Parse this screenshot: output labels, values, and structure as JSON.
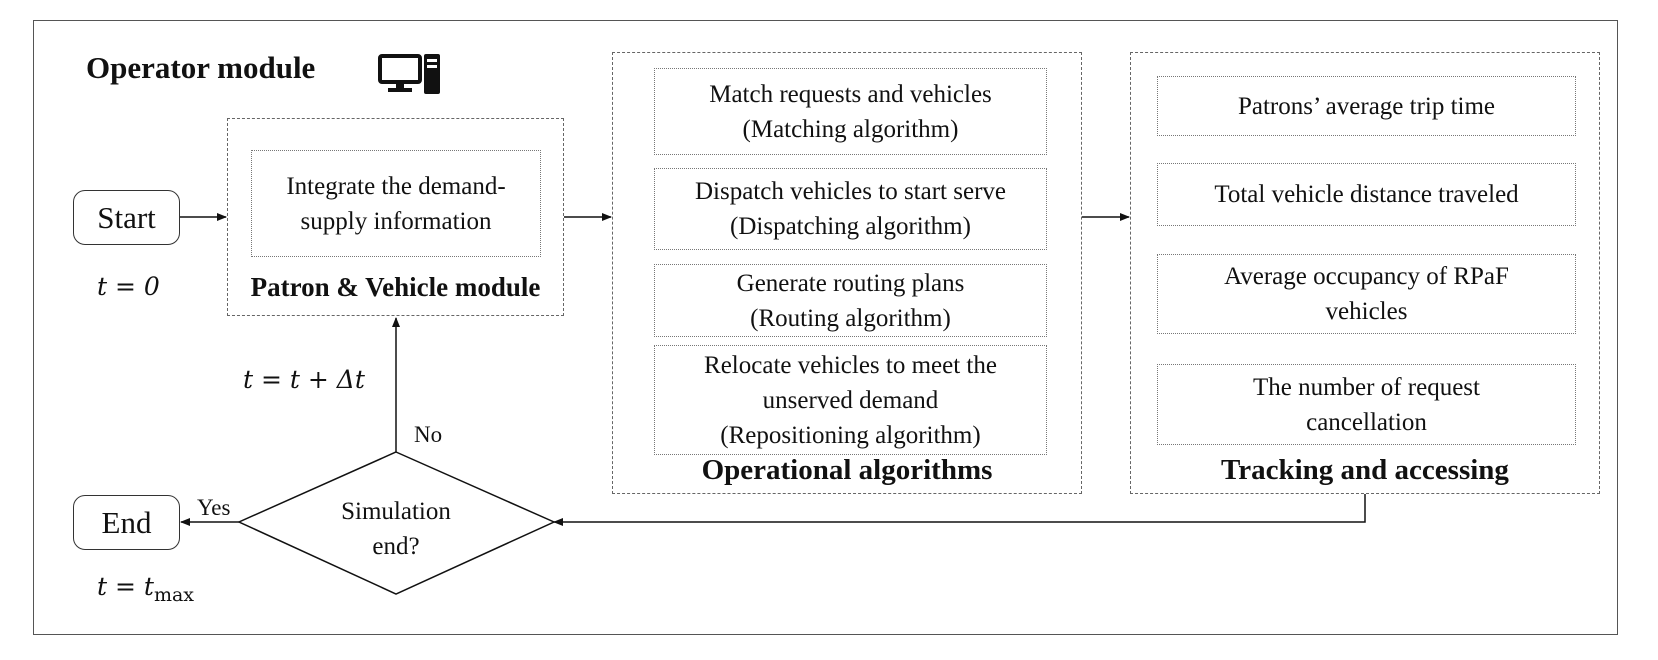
{
  "diagram": {
    "operator_module": {
      "title": "Operator module",
      "icon": "computer-icon"
    },
    "start": {
      "label": "Start",
      "time": "t = 0"
    },
    "end": {
      "label": "End",
      "time_prefix": "t = t",
      "time_sub": "max"
    },
    "loop_time": "t = t + Δt",
    "patron_vehicle_module": {
      "title": "Patron & Vehicle module",
      "task": "Integrate the demand-supply information"
    },
    "operational_algorithms": {
      "title": "Operational algorithms",
      "items": [
        {
          "line1": "Match requests and vehicles",
          "line2": "(Matching algorithm)"
        },
        {
          "line1": "Dispatch vehicles to start serve",
          "line2": "(Dispatching algorithm)"
        },
        {
          "line1": "Generate routing plans",
          "line2": "(Routing algorithm)"
        },
        {
          "line1": "Relocate vehicles to meet the",
          "line2": "unserved demand",
          "line3": "(Repositioning algorithm)"
        }
      ]
    },
    "tracking": {
      "title": "Tracking and accessing",
      "items": [
        {
          "line1": "Patrons’ average trip time"
        },
        {
          "line1": "Total vehicle distance traveled"
        },
        {
          "line1": "Average occupancy of RPaF",
          "line2": "vehicles"
        },
        {
          "line1": "The number of request",
          "line2": "cancellation"
        }
      ]
    },
    "decision": {
      "line1": "Simulation",
      "line2": "end?",
      "yes": "Yes",
      "no": "No"
    }
  }
}
